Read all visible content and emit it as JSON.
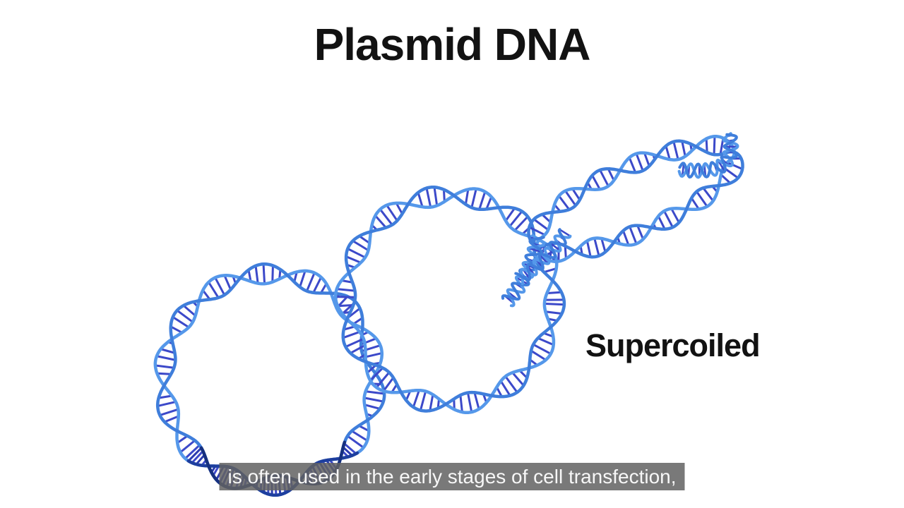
{
  "frame": {
    "title": "Plasmid DNA",
    "background": "#ffffff"
  },
  "diagram": {
    "name": "supercoiled-plasmid-dna",
    "label": "Supercoiled",
    "colors": {
      "strand": "#5598ea",
      "strand_alt": "#3f7edb",
      "rung": "#3c49c9",
      "shadow_strand": "#1e3f9e",
      "shadow_strand_alt": "#16307f",
      "shadow_rung": "#2b3bb0"
    }
  },
  "caption": {
    "text": "is often used in the early stages of cell transfection,",
    "text_color": "#f7f7f7",
    "bar_color": "rgba(97,97,97,0.85)"
  }
}
